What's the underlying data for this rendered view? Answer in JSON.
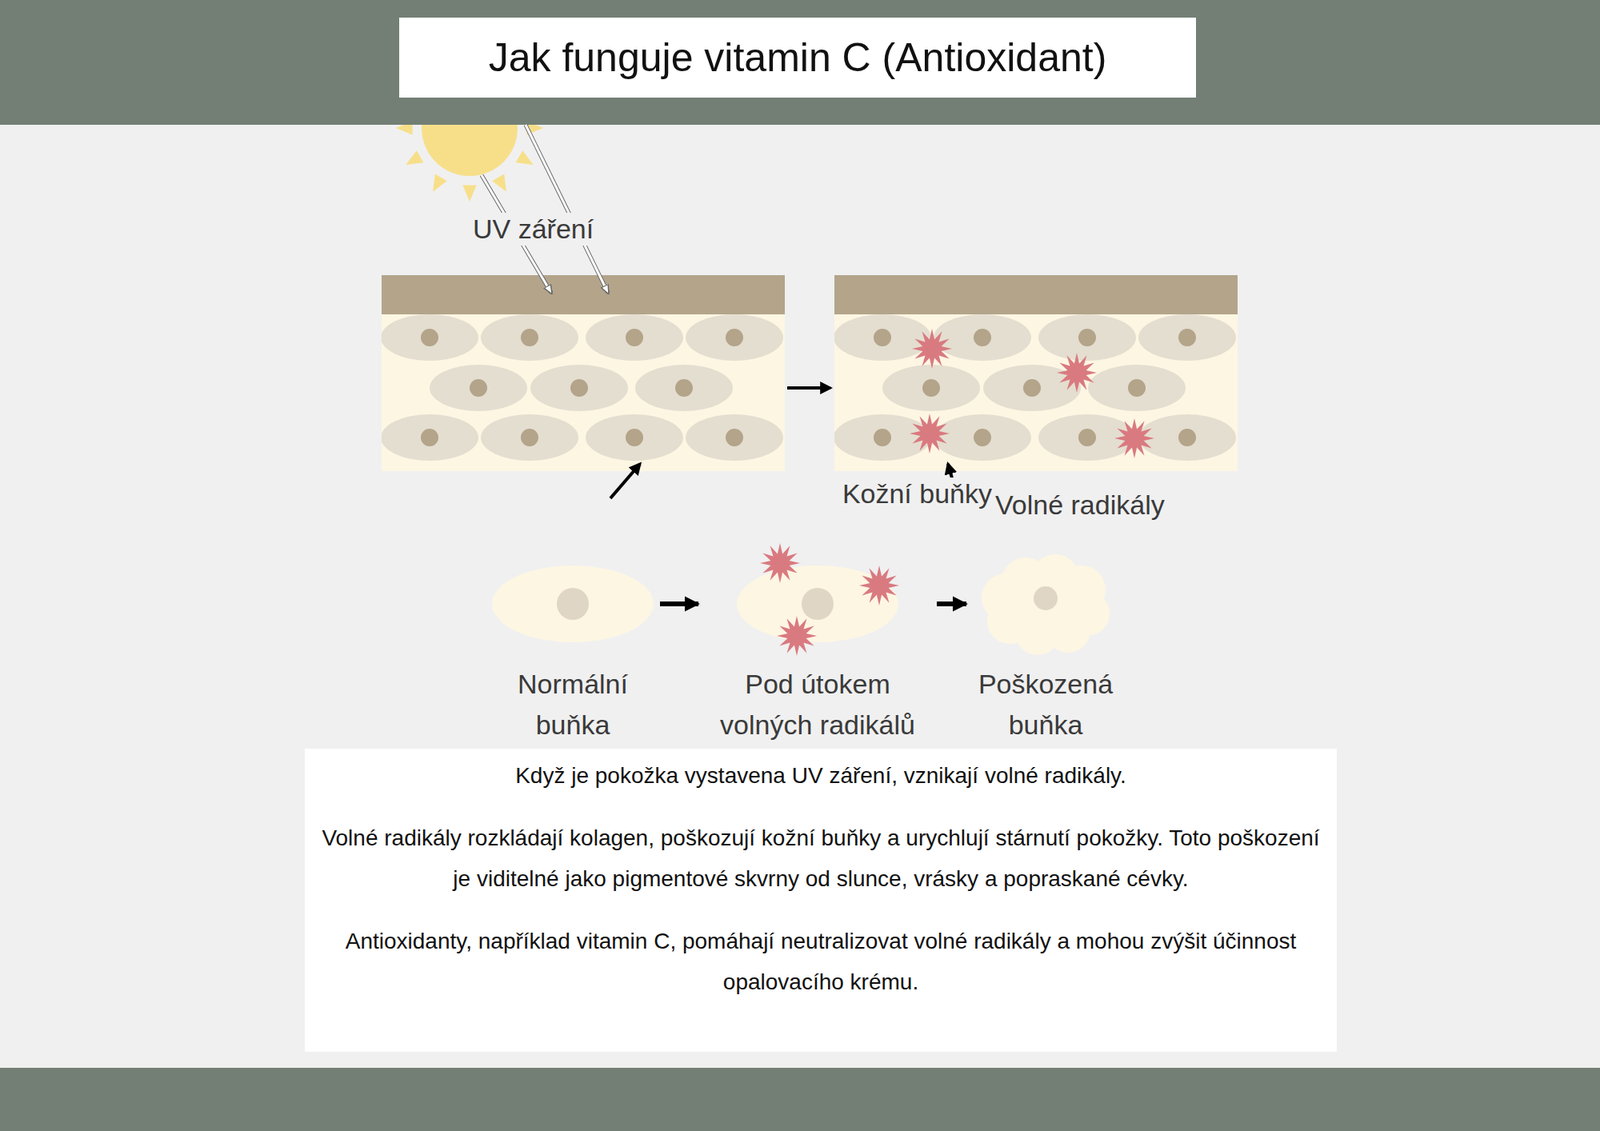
{
  "diagram": {
    "title": "Jak funguje vitamin C (Antioxidant)",
    "nodes": [
      {
        "text": [
          "Normální buňka"
        ]
      },
      {
        "text": [
          "Pod útokem volných radikálů"
        ]
      },
      {
        "text": [
          "Poškozená buňka"
        ]
      },
      {
        "text": [
          "Když je pokožka vystavena UV záření, vznikají volné radikály.",
          "Volné radikály rozkládají kolagen, poškozují kožní buňky a urychlují stárnutí pokožky. Toto poškození je viditelné jako pigmentové skvrny od slunce, vrásky a popraskané cévky.",
          "Antioxidanty, například vitamin C, pomáhají neutralizovat volné radikály a mohou zvýšit účinnost opalovacího krému."
        ]
      }
    ],
    "edges": [
      {
        "from": 0,
        "to": 1,
        "arrow": "to"
      },
      {
        "from": 1,
        "to": 2,
        "arrow": "to"
      }
    ],
    "labels": [
      "UV záření",
      "Kožní buňky",
      "Volné radikály"
    ]
  }
}
